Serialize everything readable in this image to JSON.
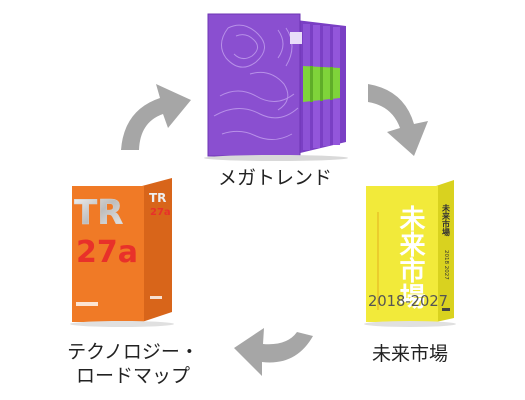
{
  "nodes": {
    "megatrend": {
      "label": "メガトレンド",
      "colors": {
        "main": "#8a4fd0",
        "dark": "#5f2f9e",
        "spine": "#7a3fc4",
        "accent": "#7fd43a"
      }
    },
    "future_market": {
      "label": "未来市場",
      "cover_title": "未来市場",
      "cover_years": "2018-2027",
      "spine_title": "未来市場",
      "spine_years": "2018 2027",
      "colors": {
        "main": "#f2ea3a",
        "side": "#d9d21f",
        "text": "#ffffff",
        "dark": "#333333"
      }
    },
    "tech_roadmap": {
      "label_line1": "テクノロジー・",
      "label_line2": "ロードマップ",
      "cover_code1": "TR",
      "cover_code2": "27a",
      "spine_code1": "TR",
      "spine_code2": "27a",
      "colors": {
        "main": "#f07a26",
        "side": "#d8651a",
        "silver": "#e6e6e6",
        "red": "#e8312a"
      }
    }
  },
  "arrows": {
    "color": "#a6a6a6"
  }
}
